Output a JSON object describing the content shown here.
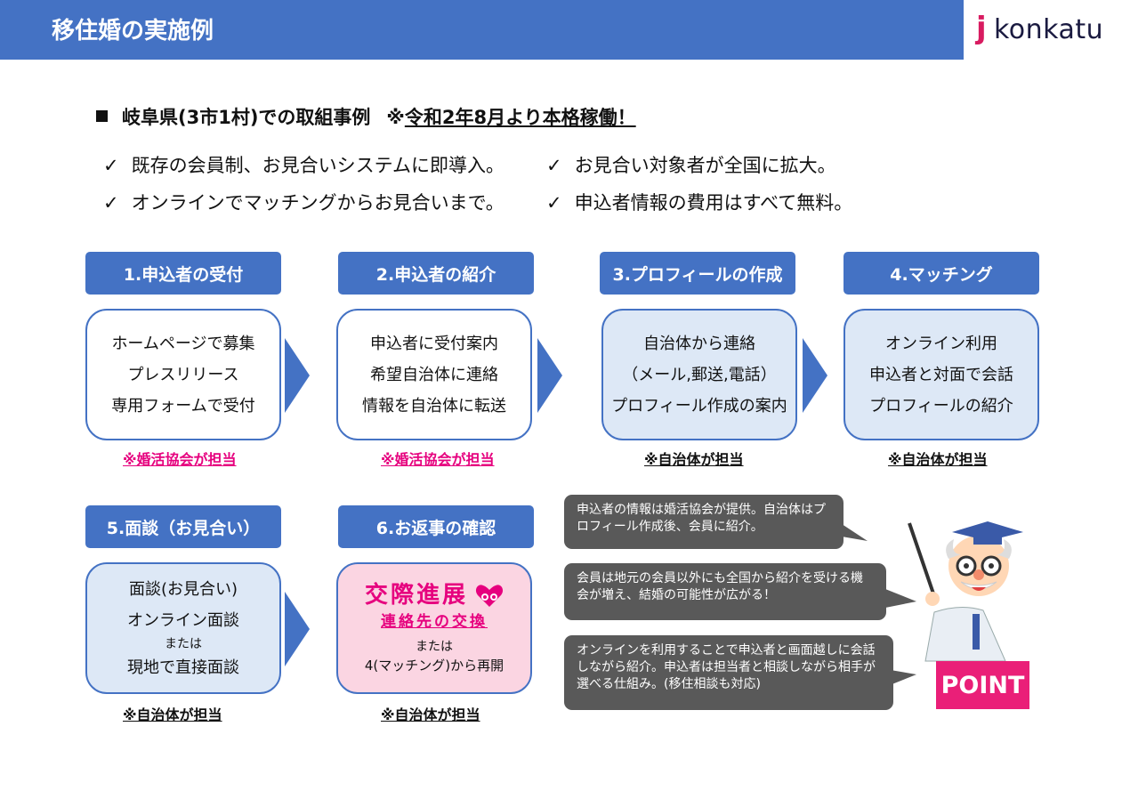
{
  "header": {
    "title": "移住婚の実施例",
    "logo_j": "j",
    "logo_text": "konkatu"
  },
  "lead": {
    "text": "岐阜県(3市1村)での取組事例",
    "note_prefix": "※",
    "note_underlined": "令和2年8月より本格稼働！"
  },
  "checks": [
    {
      "mark": "✓",
      "text": "既存の会員制、お見合いシステムに即導入。"
    },
    {
      "mark": "✓",
      "text": "お見合い対象者が全国に拡大。"
    },
    {
      "mark": "✓",
      "text": "オンラインでマッチングからお見合いまで。"
    },
    {
      "mark": "✓",
      "text": "申込者情報の費用はすべて無料。"
    }
  ],
  "steps": [
    {
      "title": "1.申込者の受付",
      "lines": [
        "ホームページで募集",
        "プレスリリース",
        "専用フォームで受付"
      ],
      "note": "※婚活協会が担当"
    },
    {
      "title": "2.申込者の紹介",
      "lines": [
        "申込者に受付案内",
        "希望自治体に連絡",
        "情報を自治体に転送"
      ],
      "note": "※婚活協会が担当"
    },
    {
      "title": "3.プロフィールの作成",
      "lines": [
        "自治体から連絡",
        "（メール,郵送,電話）",
        "プロフィール作成の案内"
      ],
      "note": "※自治体が担当"
    },
    {
      "title": "4.マッチング",
      "lines": [
        "オンライン利用",
        "申込者と対面で会話",
        "プロフィールの紹介"
      ],
      "note": "※自治体が担当"
    },
    {
      "title": "5.面談（お見合い）",
      "lines": [
        "面談(お見合い)",
        "オンライン面談",
        "または",
        "現地で直接面談"
      ],
      "note": "※自治体が担当"
    },
    {
      "title": "6.お返事の確認",
      "highlight": "交際進展",
      "sub": "連絡先の交換",
      "or": "または",
      "restart": "4(マッチング)から再開",
      "note": "※自治体が担当"
    }
  ],
  "bubbles": [
    "申込者の情報は婚活協会が提供。自治体はプロフィール作成後、会員に紹介。",
    "会員は地元の会員以外にも全国から紹介を受ける機会が増え、結婚の可能性が広がる！",
    "オンラインを利用することで申込者と画面越しに会話しながら紹介。申込者は担当者と相談しながら相手が選べる仕組み。(移住相談も対応)"
  ],
  "point_label": "POINT",
  "colors": {
    "header": "#4472c4",
    "accent_pink": "#e6007e",
    "box_light_blue": "#dde8f6",
    "box_pink": "#fbd5e2",
    "bubble": "#595959",
    "point": "#ea1f78"
  }
}
